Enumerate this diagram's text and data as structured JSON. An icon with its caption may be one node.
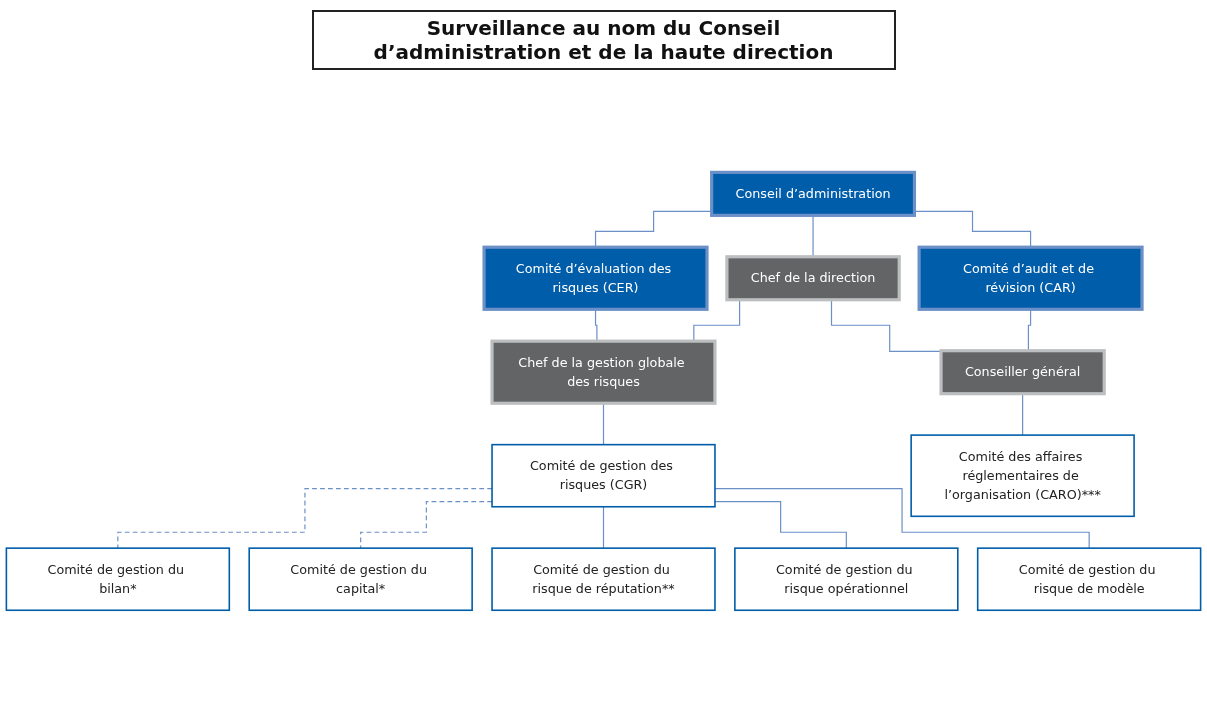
{
  "diagram": {
    "title": "Surveillance au nom du Conseil d’administration et de la haute direction",
    "nodes": [
      {
        "text": [
          "Conseil d’administration"
        ]
      },
      {
        "text": [
          "Comité d’évaluation des risques (CER)"
        ]
      },
      {
        "text": [
          "Comité d’audit et de révision (CAR)"
        ]
      },
      {
        "text": [
          "Chef de la direction"
        ]
      },
      {
        "text": [
          "Chef de la gestion globale des risques"
        ]
      },
      {
        "text": [
          "Conseiller général"
        ]
      },
      {
        "text": [
          "Comité de gestion des risques (CGR)"
        ]
      },
      {
        "text": [
          "Comité des affaires réglementaires de l’organisation (CARO)***"
        ]
      },
      {
        "text": [
          "Comité de gestion du bilan*"
        ]
      },
      {
        "text": [
          "Comité de gestion du capital*"
        ]
      },
      {
        "text": [
          "Comité de gestion du risque de réputation**"
        ]
      },
      {
        "text": [
          "Comité de gestion du risque opérationnel"
        ]
      },
      {
        "text": [
          "Comité de gestion du risque de modèle"
        ]
      }
    ],
    "edges": [
      {
        "from": 0,
        "to": 1,
        "arrow": "none"
      },
      {
        "from": 0,
        "to": 3,
        "arrow": "none"
      },
      {
        "from": 0,
        "to": 2,
        "arrow": "none"
      },
      {
        "from": 1,
        "to": 4,
        "arrow": "none"
      },
      {
        "from": 3,
        "to": 4,
        "arrow": "none"
      },
      {
        "from": 3,
        "to": 5,
        "arrow": "none"
      },
      {
        "from": 2,
        "to": 5,
        "arrow": "none"
      },
      {
        "from": 4,
        "to": 6,
        "arrow": "none"
      },
      {
        "from": 5,
        "to": 7,
        "arrow": "none"
      },
      {
        "from": 6,
        "to": 8,
        "arrow": "none",
        "style": "dashed"
      },
      {
        "from": 6,
        "to": 9,
        "arrow": "none",
        "style": "dashed"
      },
      {
        "from": 6,
        "to": 10,
        "arrow": "none"
      },
      {
        "from": 6,
        "to": 11,
        "arrow": "none"
      },
      {
        "from": 6,
        "to": 12,
        "arrow": "none"
      }
    ]
  }
}
